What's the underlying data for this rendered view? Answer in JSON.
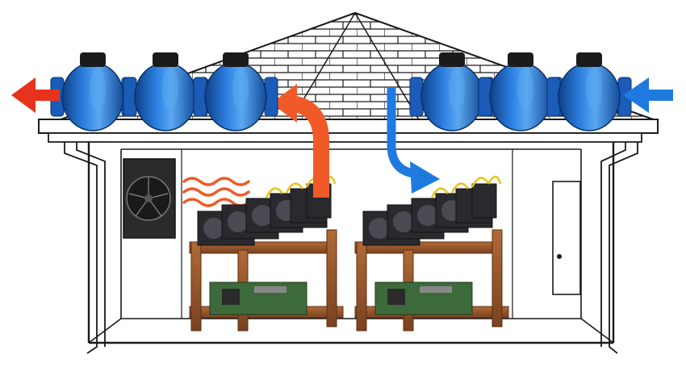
{
  "colors": {
    "background": "#ffffff",
    "outline": "#1a1a1a",
    "duct_fan_blue": "#1f6fd1",
    "duct_fan_highlight": "#5aa8f0",
    "duct_fan_shadow": "#0f3f86",
    "fan_cap": "#1b1b1b",
    "hot_air_red": "#e8331c",
    "warm_air_orange": "#f05a28",
    "cool_air_blue": "#1f7ae0",
    "wood_frame": "#9a5a2e",
    "wood_dark": "#6a3818",
    "gpu_body": "#2a2a2e",
    "gpu_fan": "#4a4a52",
    "motherboard": "#3d6a3a",
    "cable_yellow": "#e8c21a",
    "wall_fan_body": "#2b2b2b",
    "heat_waves": "#ef5a2a"
  },
  "icons": {
    "exhaust_arrow": "arrow-left-icon",
    "intake_arrow": "arrow-left-icon",
    "warm_air_flow": "curved-arrow-icon",
    "cool_air_flow": "curved-arrow-icon",
    "wall_fan": "fan-icon",
    "heat": "heat-waves-icon"
  },
  "duct_fans": [
    {
      "side": "left",
      "position": 1
    },
    {
      "side": "left",
      "position": 2
    },
    {
      "side": "left",
      "position": 3
    },
    {
      "side": "right",
      "position": 1
    },
    {
      "side": "right",
      "position": 2
    },
    {
      "side": "right",
      "position": 3
    }
  ],
  "mining_rigs": [
    {
      "gpus": 6
    },
    {
      "gpus": 6
    }
  ]
}
